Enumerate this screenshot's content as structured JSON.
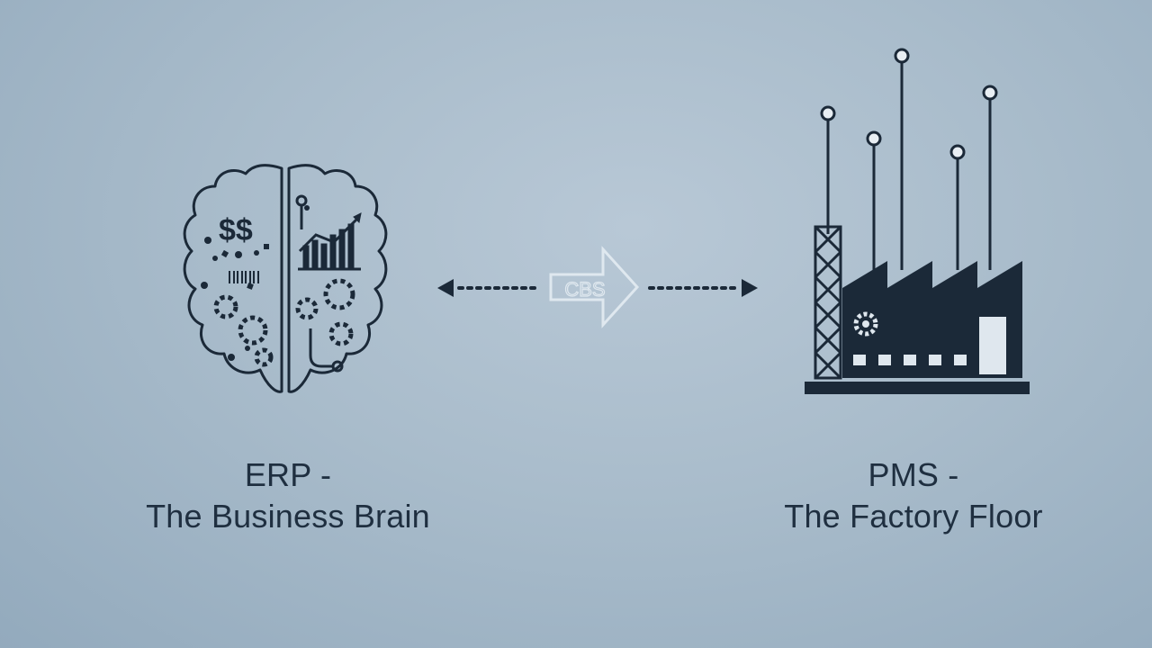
{
  "nodes": {
    "erp": {
      "icon": "brain-icon",
      "title": "ERP -",
      "subtitle": "The Business Brain",
      "symbols": "$$"
    },
    "pms": {
      "icon": "factory-icon",
      "title": "PMS -",
      "subtitle": "The Factory Floor"
    }
  },
  "connector": {
    "icon": "bidirectional-arrow-icon",
    "center_label": "CBS"
  },
  "colors": {
    "ink": "#1b2938",
    "background": "#a9bccb",
    "arrow_watermark": "#dfe8ef"
  }
}
